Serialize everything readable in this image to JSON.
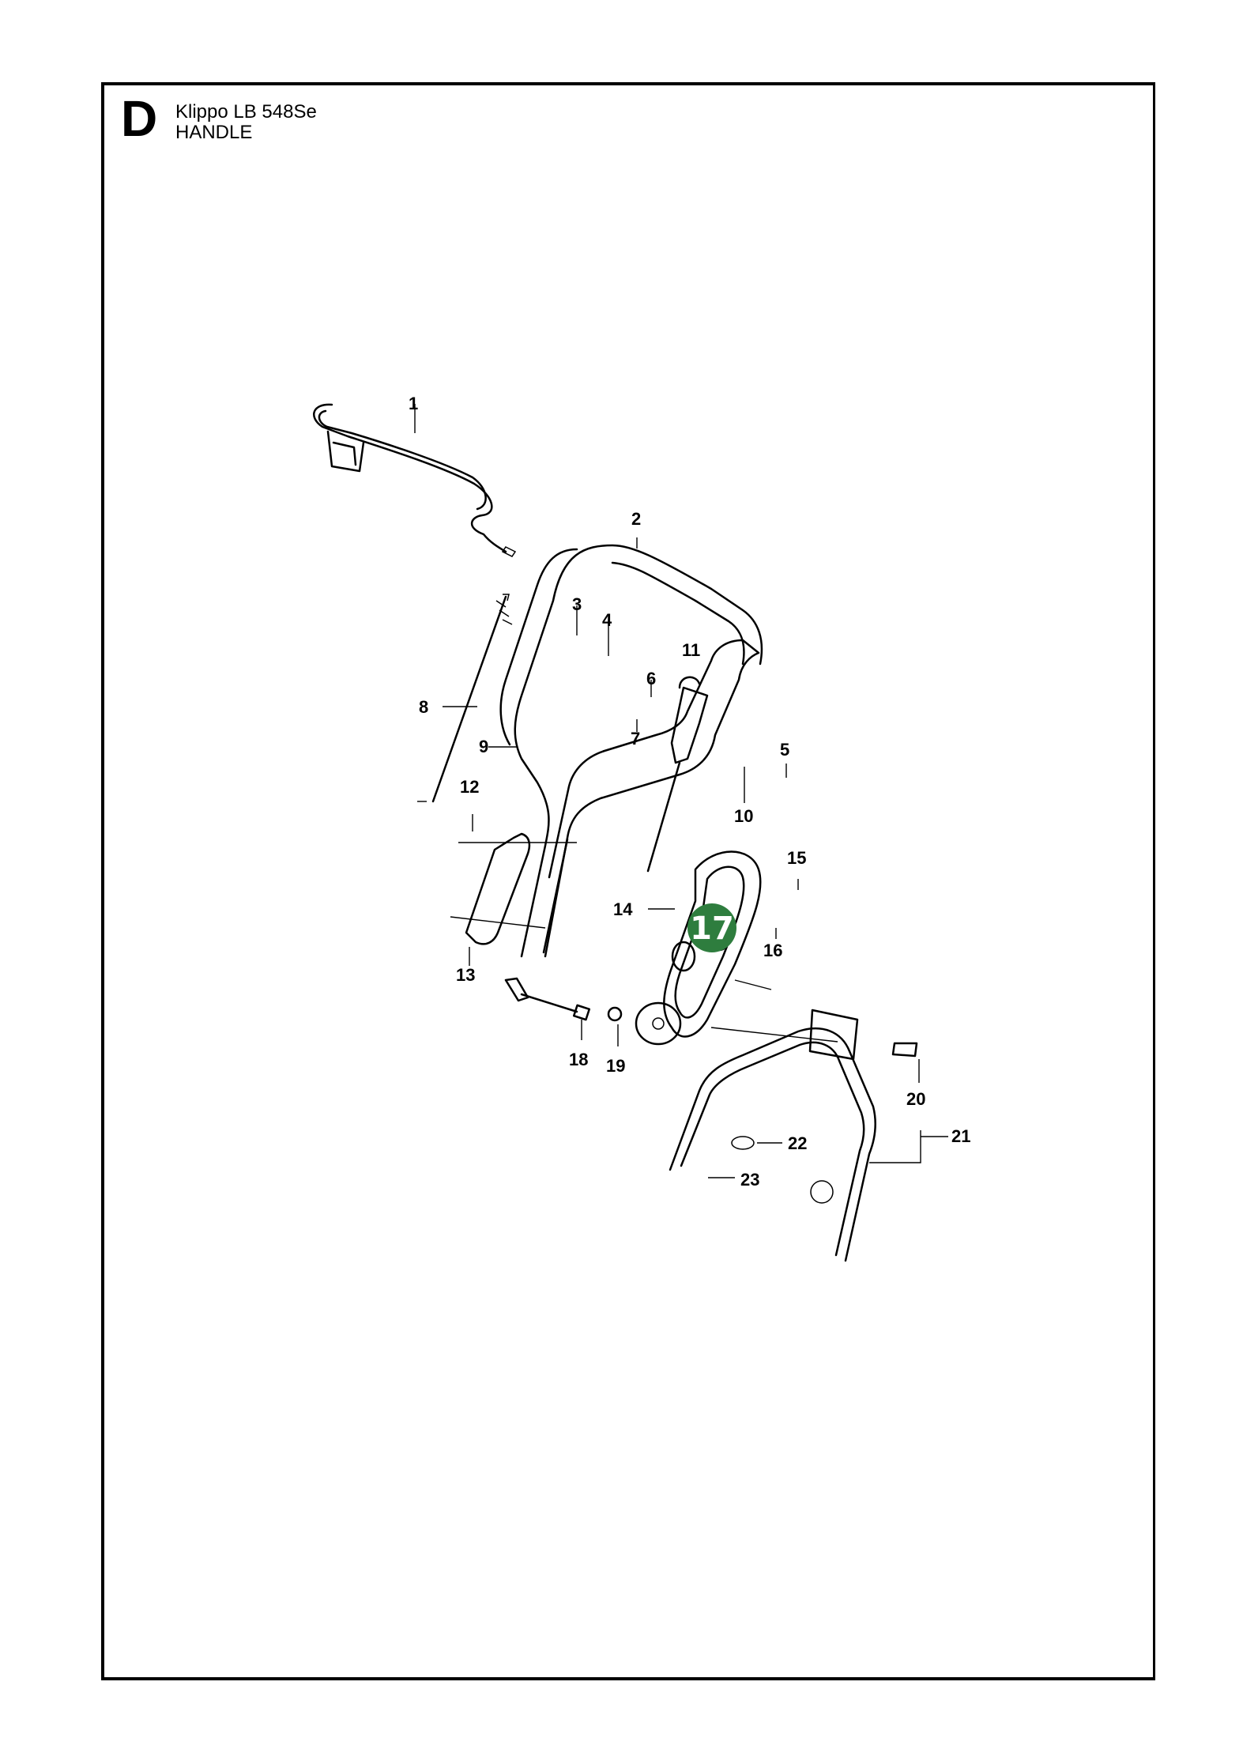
{
  "header": {
    "section_letter": "D",
    "model": "Klippo LB 548Se",
    "assembly": "HANDLE"
  },
  "callouts": [
    {
      "label": "1"
    },
    {
      "label": "2"
    },
    {
      "label": "3"
    },
    {
      "label": "4"
    },
    {
      "label": "5"
    },
    {
      "label": "6"
    },
    {
      "label": "7"
    },
    {
      "label": "8"
    },
    {
      "label": "9"
    },
    {
      "label": "10"
    },
    {
      "label": "11"
    },
    {
      "label": "12"
    },
    {
      "label": "13"
    },
    {
      "label": "14"
    },
    {
      "label": "15"
    },
    {
      "label": "16"
    },
    {
      "label": "17"
    },
    {
      "label": "18"
    },
    {
      "label": "19"
    },
    {
      "label": "20"
    },
    {
      "label": "21"
    },
    {
      "label": "22"
    },
    {
      "label": "23"
    }
  ],
  "highlighted_callout": {
    "label": "17",
    "color": "#2e7d3e"
  },
  "colors": {
    "line": "#000000",
    "highlight": "#2e7d3e",
    "background": "#ffffff"
  }
}
